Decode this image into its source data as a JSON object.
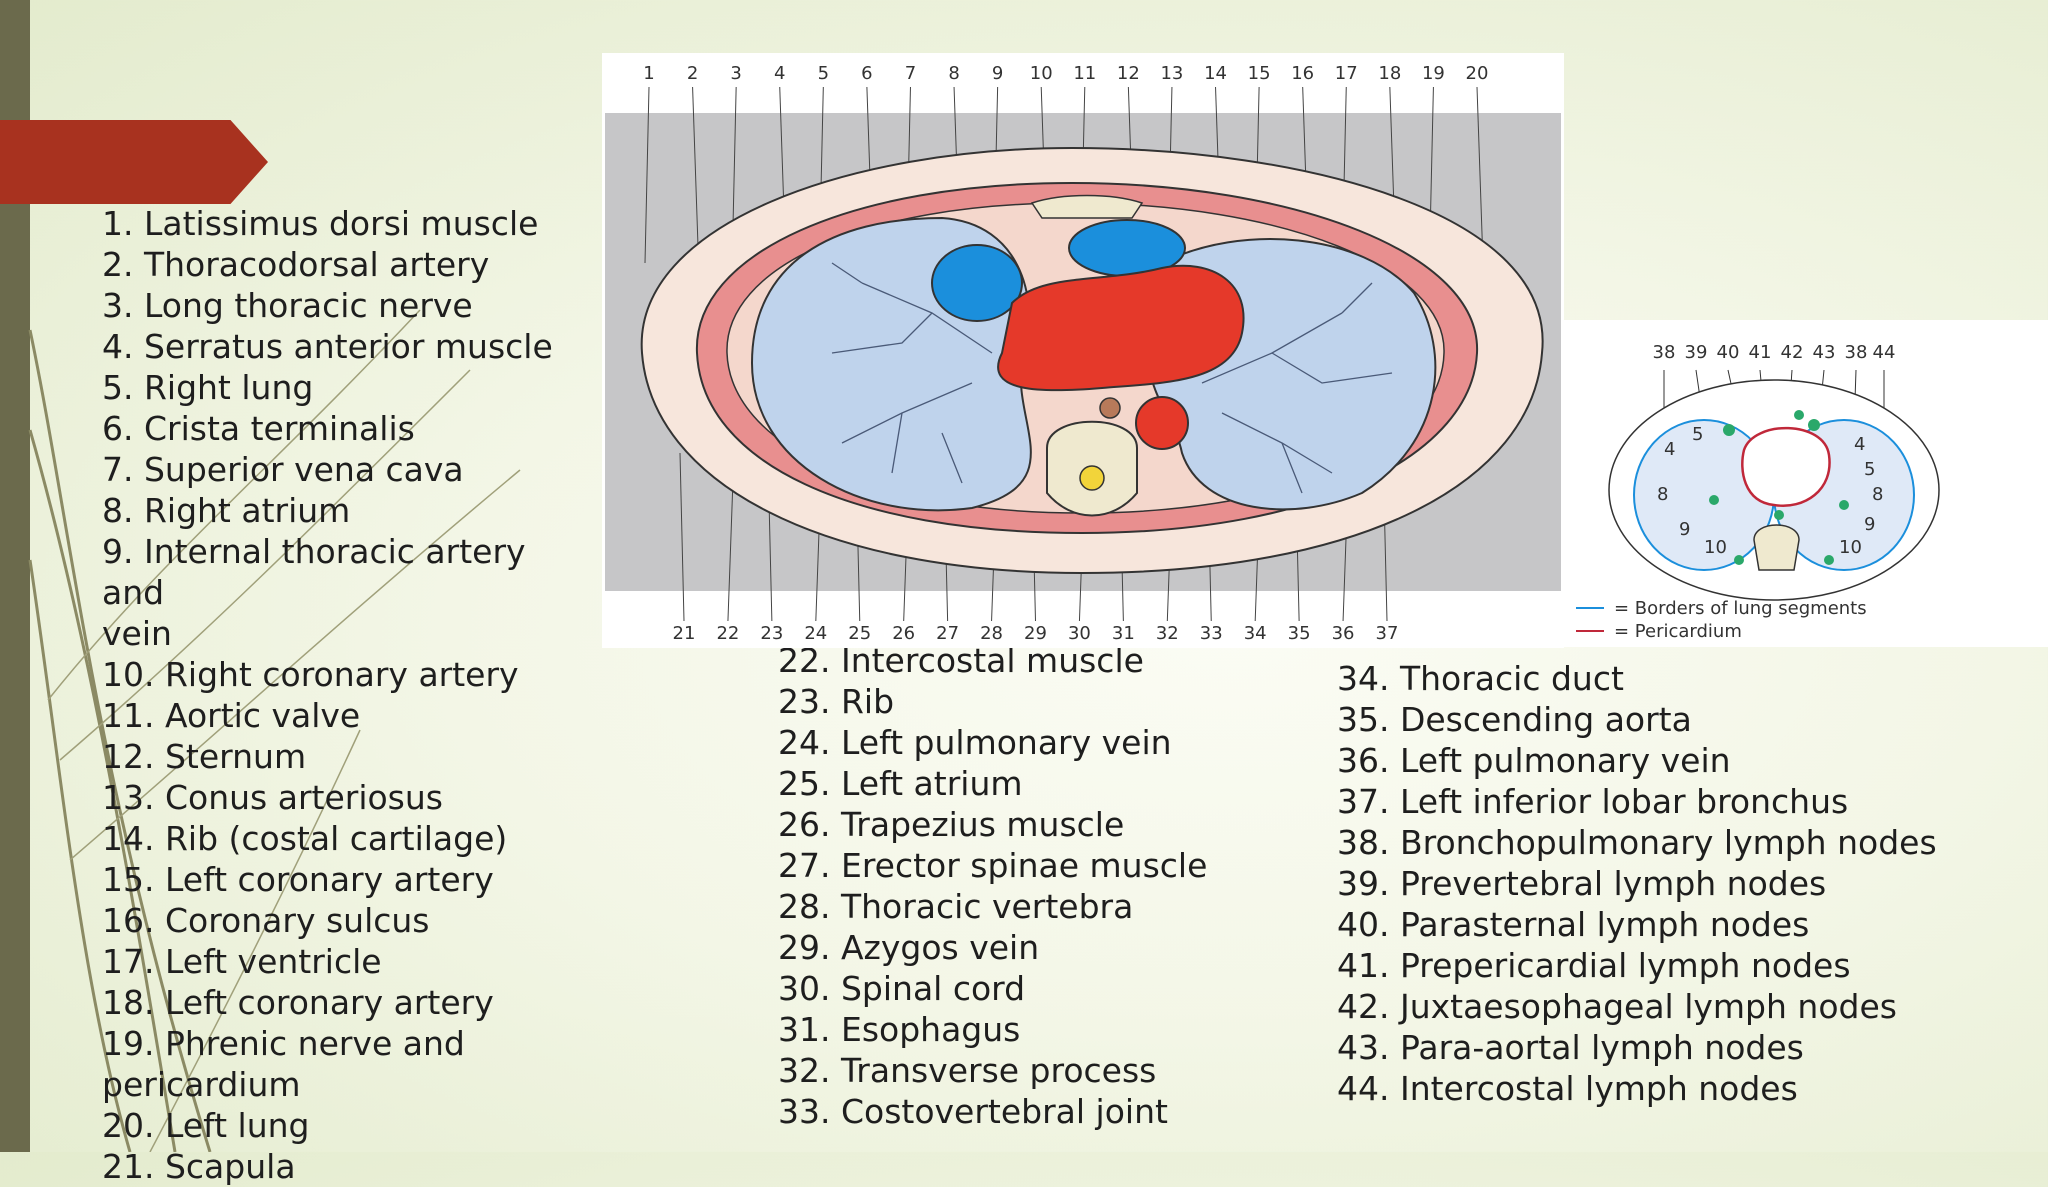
{
  "colors": {
    "accent": "#a8321f",
    "sidebar": "#6b6a4c",
    "lung": "#bfd3ec",
    "heart": "#e5392a",
    "vessel_blue": "#1b8fdc",
    "muscle": "#e88f8f"
  },
  "legend": {
    "col1": [
      "1. Latissimus dorsi muscle",
      "2. Thoracodorsal artery",
      "3. Long thoracic nerve",
      "4. Serratus anterior muscle",
      "5. Right lung",
      "6. Crista terminalis",
      "7. Superior vena cava",
      "8. Right atrium",
      "9. Internal thoracic artery and",
      "vein",
      "10. Right coronary artery",
      "11. Aortic valve",
      "12. Sternum",
      "13. Conus arteriosus",
      "14. Rib (costal cartilage)",
      "15. Left coronary artery",
      "16. Coronary sulcus",
      "17. Left ventricle",
      "18. Left coronary artery",
      "19. Phrenic nerve and",
      "pericardium",
      "20. Left lung",
      "21. Scapula"
    ],
    "col2": [
      "22. Intercostal muscle",
      "23. Rib",
      "24. Left pulmonary vein",
      "25. Left atrium",
      "26. Trapezius muscle",
      "27. Erector spinae muscle",
      "28. Thoracic vertebra",
      "29. Azygos vein",
      "30. Spinal cord",
      "31. Esophagus",
      "32. Transverse process",
      "33. Costovertebral joint"
    ],
    "col3": [
      "34. Thoracic duct",
      "35. Descending aorta",
      "36. Left pulmonary vein",
      "37. Left inferior lobar bronchus",
      "38. Bronchopulmonary lymph nodes",
      "39. Prevertebral lymph nodes",
      "40. Parasternal lymph nodes",
      "41. Prepericardial lymph nodes",
      "42. Juxtaesophageal lymph nodes",
      "43. Para-aortal lymph nodes",
      "44. Intercostal lymph nodes"
    ]
  },
  "figure": {
    "top_numbers": [
      "1",
      "2",
      "3",
      "4",
      "5",
      "6",
      "7",
      "8",
      "9",
      "10",
      "11",
      "12",
      "13",
      "14",
      "15",
      "16",
      "17",
      "18",
      "19",
      "20"
    ],
    "bottom_numbers": [
      "21",
      "22",
      "23",
      "24",
      "25",
      "26",
      "27",
      "28",
      "29",
      "30",
      "31",
      "32",
      "33",
      "34",
      "35",
      "36",
      "37"
    ]
  },
  "side_figure": {
    "top_numbers": [
      "38",
      "39",
      "40",
      "41",
      "42",
      "43",
      "38",
      "44"
    ],
    "segment_numbers": [
      "5",
      "4",
      "8",
      "9",
      "10",
      "4",
      "5",
      "8",
      "9",
      "10"
    ],
    "legend_lung": "= Borders of lung segments",
    "legend_pericardium": "= Pericardium"
  }
}
